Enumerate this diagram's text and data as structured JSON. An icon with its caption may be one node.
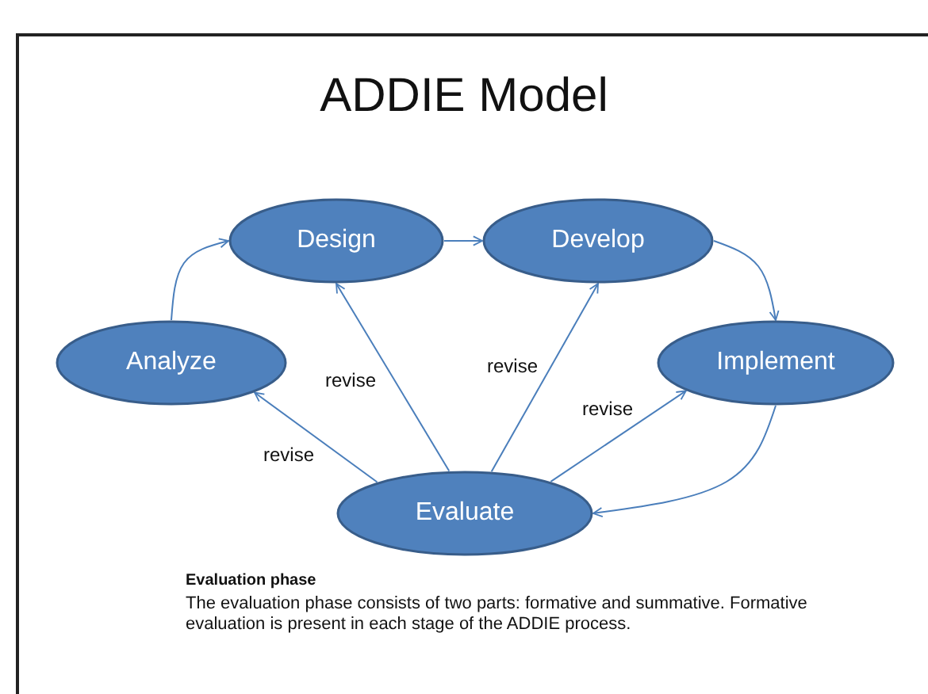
{
  "diagram": {
    "title": "ADDIE Model",
    "nodes": [
      {
        "text": [
          "Design"
        ]
      },
      {
        "text": [
          "Develop"
        ]
      },
      {
        "text": [
          "Analyze"
        ]
      },
      {
        "text": [
          "Implement"
        ]
      },
      {
        "text": [
          "Evaluate"
        ]
      }
    ],
    "edges": [
      {
        "from": 2,
        "to": 0,
        "arrow": "to"
      },
      {
        "from": 0,
        "to": 1,
        "arrow": "to"
      },
      {
        "from": 1,
        "to": 3,
        "arrow": "to"
      },
      {
        "from": 3,
        "to": 4,
        "arrow": "to"
      },
      {
        "from": 4,
        "to": 2,
        "arrow": "to",
        "label": "revise"
      },
      {
        "from": 4,
        "to": 0,
        "arrow": "to",
        "label": "revise"
      },
      {
        "from": 4,
        "to": 1,
        "arrow": "to",
        "label": "revise"
      },
      {
        "from": 4,
        "to": 3,
        "arrow": "to",
        "label": "revise"
      }
    ],
    "labels": [
      "Evaluation phase",
      "The evaluation phase consists of two parts: formative and summative. Formative evaluation is present in each stage of the ADDIE process."
    ]
  }
}
